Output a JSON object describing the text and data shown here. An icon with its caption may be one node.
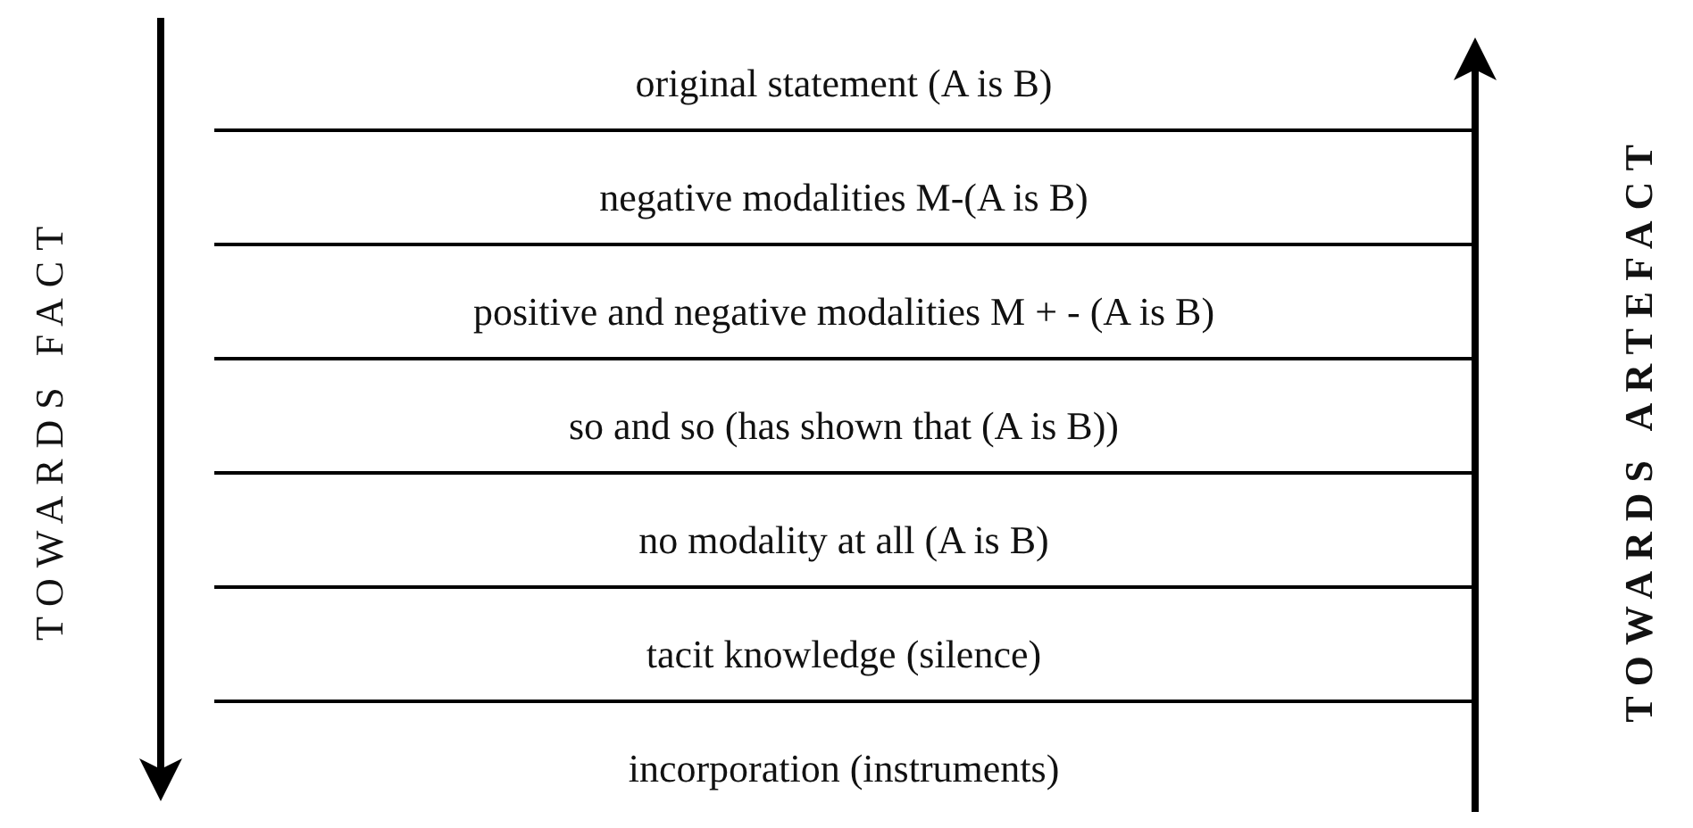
{
  "diagram": {
    "labels": [
      "TOWARDS FACT",
      "original statement (A is B)",
      "negative modalities M-(A is B)",
      "positive and negative modalities M + - (A is B)",
      "so and so (has shown that (A is B))",
      "no modality at all (A is B)",
      "tacit knowledge (silence)",
      "incorporation (instruments)",
      "TOWARDS ARTEFACT"
    ]
  }
}
